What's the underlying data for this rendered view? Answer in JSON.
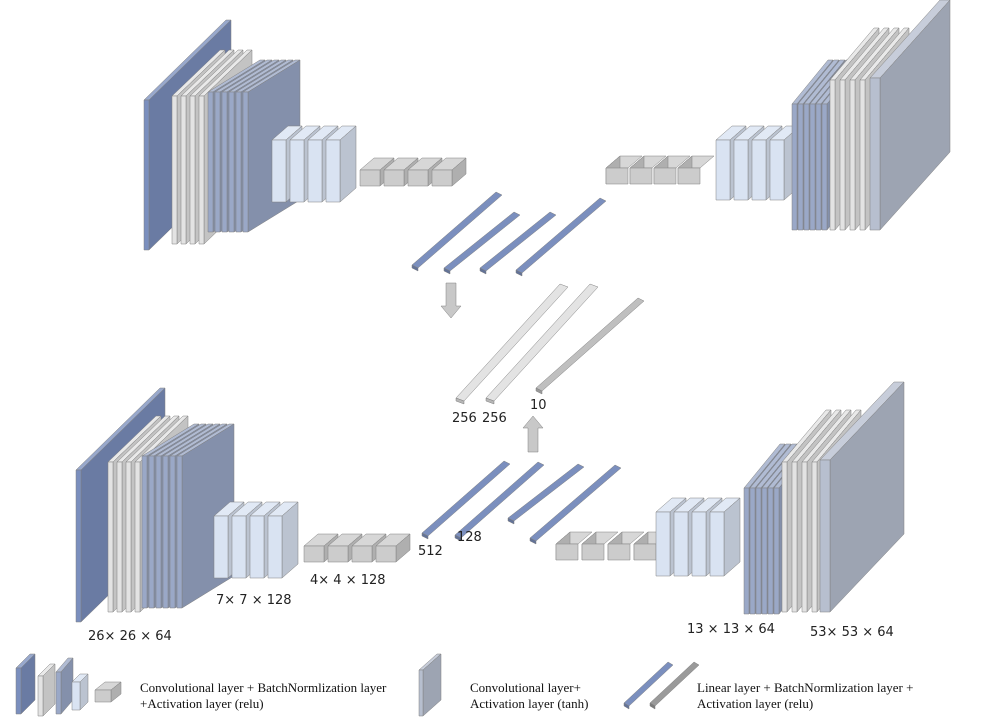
{
  "colors": {
    "blue": "#7b8fbe",
    "gray": "#e3e3e3",
    "slate": "#9aa8c7",
    "light": "#d9e3f2",
    "small": "#cccccc",
    "stroke": "#808080"
  },
  "diagram": {
    "nodes": [
      {
        "id": "encoder-top",
        "kind": "encoder"
      },
      {
        "id": "decoder-top",
        "kind": "decoder"
      },
      {
        "id": "linear-top",
        "kind": "linear-group"
      },
      {
        "id": "latent-256-a",
        "kind": "latent"
      },
      {
        "id": "latent-256-b",
        "kind": "latent"
      },
      {
        "id": "latent-10",
        "kind": "latent"
      },
      {
        "id": "encoder-bottom",
        "kind": "encoder"
      },
      {
        "id": "decoder-bottom",
        "kind": "decoder"
      },
      {
        "id": "linear-bottom",
        "kind": "linear-group"
      }
    ],
    "edges": [
      {
        "from": "linear-top",
        "to": "latent-256-a",
        "arrow": "down"
      },
      {
        "from": "linear-bottom",
        "to": "latent-10",
        "arrow": "up"
      }
    ]
  },
  "labels": {
    "latent_256_a": "256",
    "latent_256_b": "256",
    "latent_10": "10",
    "dim_512": "512",
    "dim_128": "128",
    "dim_4x4": "4× 4 × 128",
    "dim_7x7": "7× 7 × 128",
    "dim_26": "26× 26 × 64",
    "dim_13": "13 × 13 × 64",
    "dim_53": "53× 53 × 64"
  },
  "legend": [
    {
      "icon": "conv-relu-icon",
      "line1": "Convolutional layer + BatchNormlization  layer",
      "line2": "+Activation layer (relu)"
    },
    {
      "icon": "conv-tanh-icon",
      "line1": "Convolutional layer+",
      "line2": "Activation layer (tanh)"
    },
    {
      "icon": "linear-icon",
      "line1": "Linear layer + BatchNormlization  layer +",
      "line2": "Activation layer (relu)"
    }
  ]
}
